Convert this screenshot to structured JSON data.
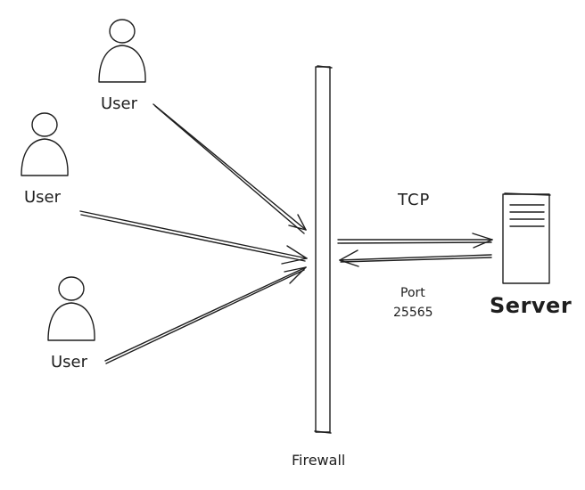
{
  "users": [
    {
      "label": "User"
    },
    {
      "label": "User"
    },
    {
      "label": "User"
    }
  ],
  "firewall": {
    "label": "Firewall"
  },
  "server": {
    "label": "Server"
  },
  "link": {
    "protocol": "TCP",
    "port_label": "Port",
    "port_number": "25565"
  },
  "colors": {
    "stroke": "#1e1e1e",
    "hatch": "#9a9a9a",
    "background": "#ffffff"
  }
}
